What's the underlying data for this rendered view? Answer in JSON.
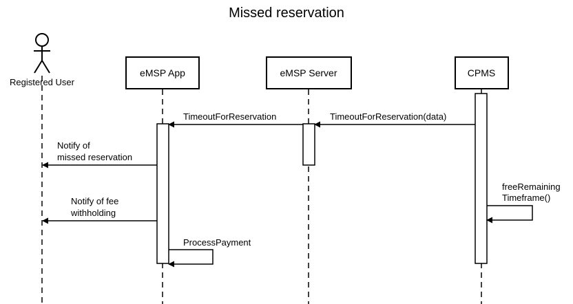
{
  "title": "Missed reservation",
  "participants": {
    "user": {
      "label": "Registered User",
      "kind": "actor"
    },
    "app": {
      "label": "eMSP App",
      "kind": "box"
    },
    "server": {
      "label": "eMSP Server",
      "kind": "box"
    },
    "cpms": {
      "label": "CPMS",
      "kind": "box"
    }
  },
  "messages": {
    "m1": {
      "from": "CPMS",
      "to": "eMSP Server",
      "lines": [
        "TimeoutForReservation(data)"
      ]
    },
    "m2": {
      "from": "eMSP Server",
      "to": "eMSP App",
      "lines": [
        "TimeoutForReservation"
      ]
    },
    "m3": {
      "from": "eMSP App",
      "to": "Registered User",
      "lines": [
        "Notify of",
        "missed reservation"
      ]
    },
    "m4": {
      "from": "CPMS",
      "to": "CPMS",
      "lines": [
        "freeRemaining",
        "Timeframe()"
      ]
    },
    "m5": {
      "from": "eMSP App",
      "to": "Registered User",
      "lines": [
        "Notify of fee",
        "withholding"
      ]
    },
    "m6": {
      "from": "eMSP App",
      "to": "eMSP App",
      "lines": [
        "ProcessPayment"
      ]
    }
  },
  "colors": {
    "line": "#000000",
    "background": "#ffffff"
  }
}
